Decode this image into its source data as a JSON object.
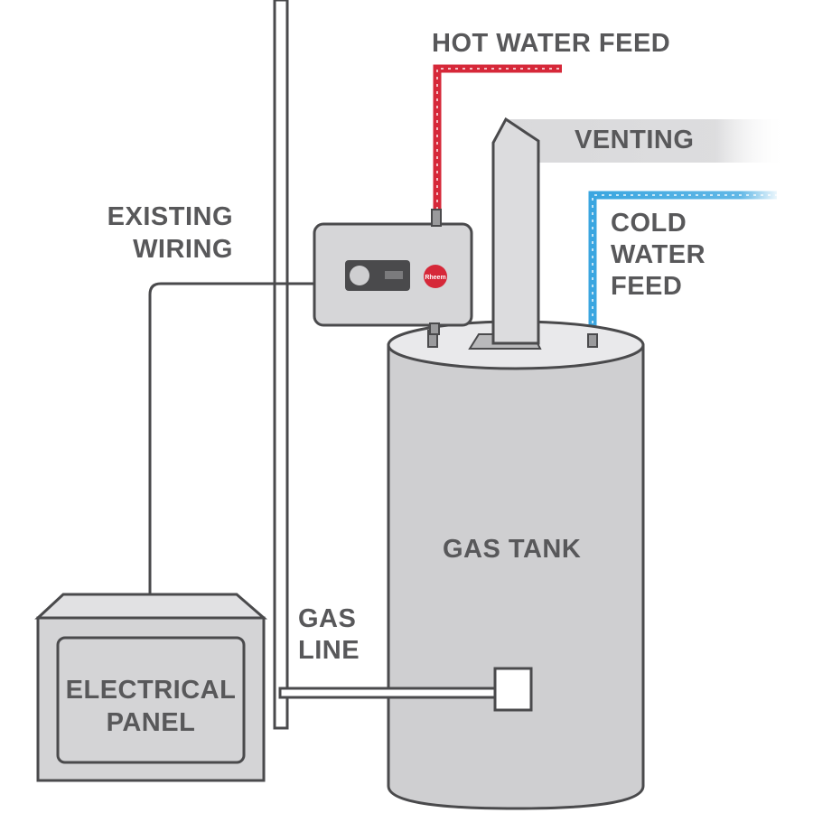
{
  "labels": {
    "hot_water_feed": "HOT WATER FEED",
    "venting": "VENTING",
    "cold_water_feed": [
      "COLD",
      "WATER",
      "FEED"
    ],
    "existing_wiring": [
      "EXISTING",
      "WIRING"
    ],
    "gas_tank": "GAS TANK",
    "gas_line": [
      "GAS",
      "LINE"
    ],
    "electrical_panel": [
      "ELECTRICAL",
      "PANEL"
    ]
  },
  "controller": {
    "logo_text": "Rheem"
  },
  "colors": {
    "hot_water": "#d62839",
    "cold_water": "#3aa6e0",
    "outline": "#4a4a4c",
    "tank_fill": "#cfcfd1",
    "panel_fill": "#d4d4d6",
    "label": "#58585a",
    "logo": "#d62839"
  }
}
